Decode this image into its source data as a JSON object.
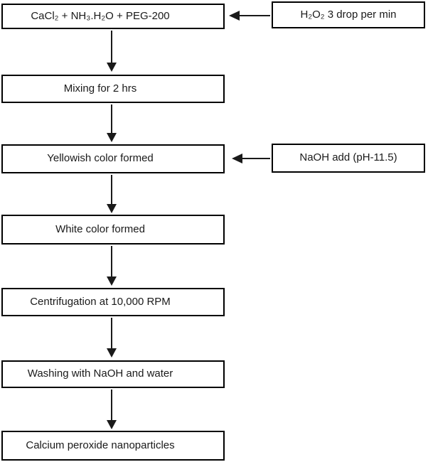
{
  "flowchart": {
    "steps": [
      {
        "label": "CaCl₂ + NH₃.H₂O + PEG-200"
      },
      {
        "label": "Mixing for 2 hrs"
      },
      {
        "label": "Yellowish color formed"
      },
      {
        "label": "White color formed"
      },
      {
        "label": "Centrifugation at 10,000 RPM"
      },
      {
        "label": "Washing with NaOH and water"
      },
      {
        "label": "Calcium peroxide nanoparticles"
      }
    ],
    "side_inputs": [
      {
        "label": "H₂O₂ 3 drop per min",
        "points_to_step_index": 0
      },
      {
        "label": "NaOH add (pH-11.5)",
        "points_to_step_index": 2
      }
    ],
    "colors": {
      "background": "#ffffff",
      "box_fill": "#ffffff",
      "box_border": "#000000",
      "text": "#1a1a1a",
      "arrow": "#1a1a1a"
    }
  }
}
